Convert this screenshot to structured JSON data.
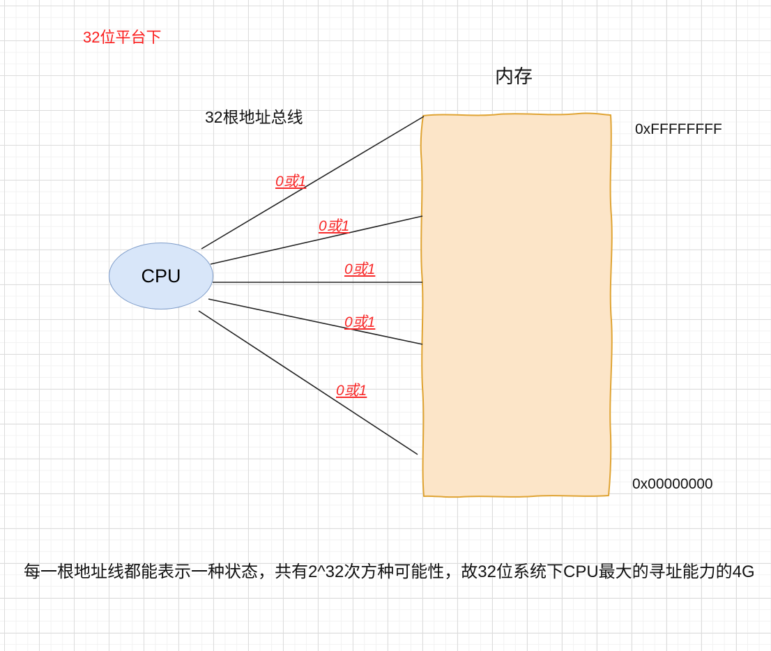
{
  "diagram": {
    "platform_note": "32位平台下",
    "bus_label": "32根地址总线",
    "memory": {
      "title": "内存",
      "addr_high": "0xFFFFFFFF",
      "addr_low": "0x00000000",
      "fill": "#fce5c8",
      "stroke": "#dfa332"
    },
    "cpu": {
      "label": "CPU",
      "fill": "#d8e6f9",
      "stroke": "#7e9cc9"
    },
    "lines": [
      {
        "label": "0或1"
      },
      {
        "label": "0或1"
      },
      {
        "label": "0或1"
      },
      {
        "label": "0或1"
      },
      {
        "label": "0或1"
      }
    ],
    "bottom_note": "每一根地址线都能表示一种状态，共有2^32次方种可能性，故32位系统下CPU最大的寻址能力的4G",
    "colors": {
      "note_red": "#fb1d1d",
      "bit_label_red": "#f82a2a",
      "connector_line": "#222222",
      "text": "#111111",
      "grid_minor": "#f2f2f2",
      "grid_major": "#dcdcdc"
    }
  }
}
